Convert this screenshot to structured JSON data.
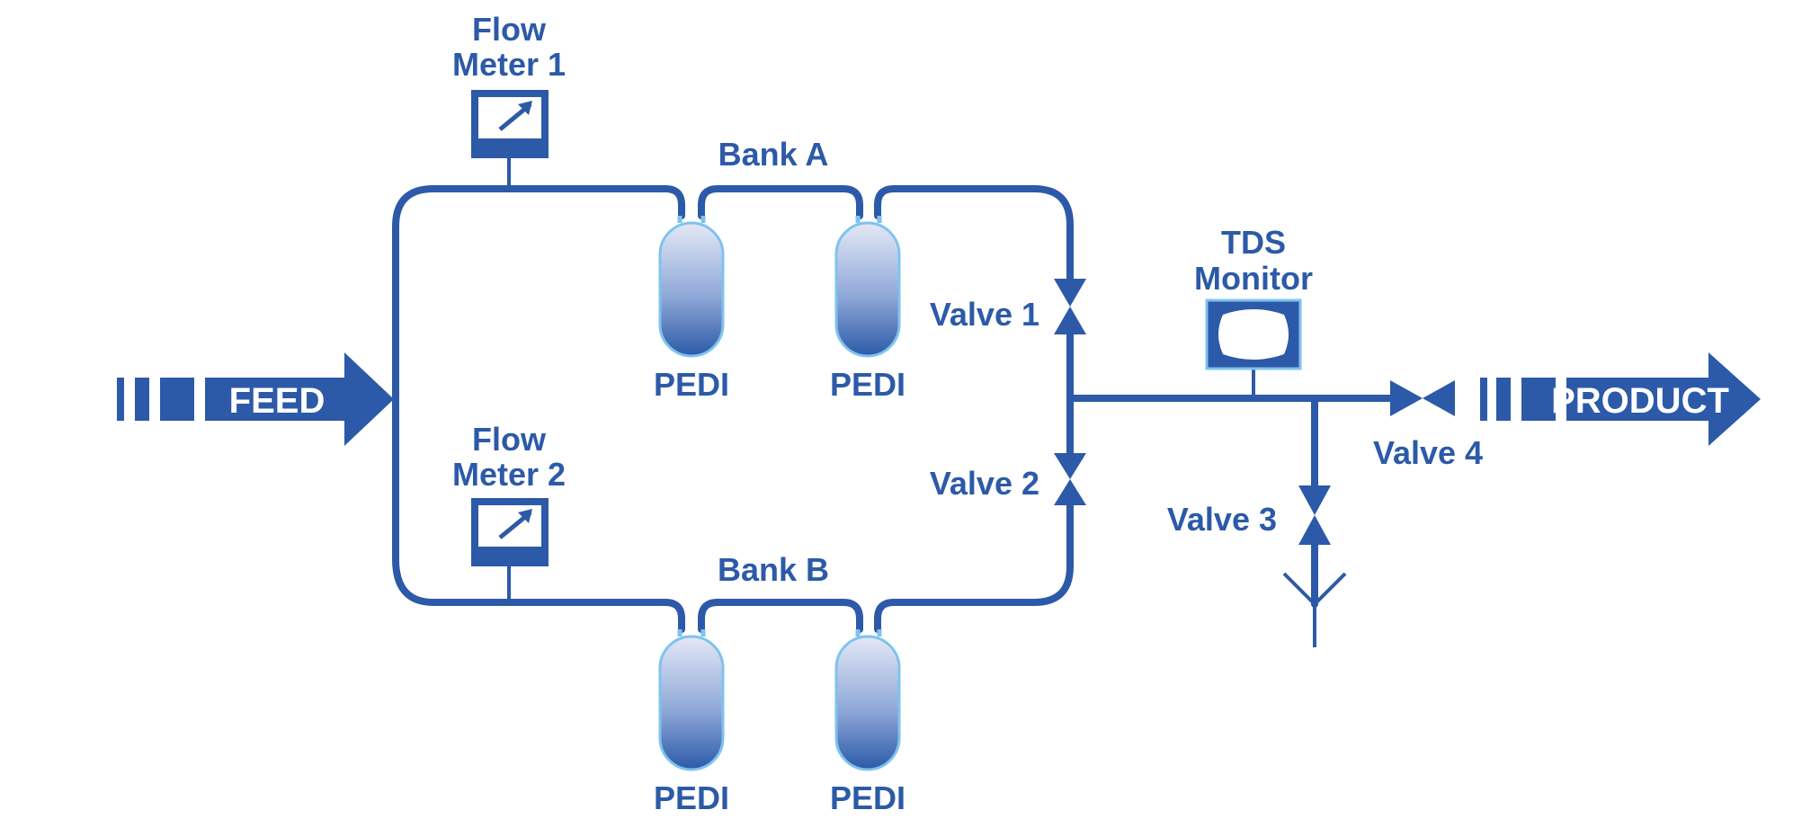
{
  "colors": {
    "primary": "#2c5aa8",
    "accent": "#7ec3ee",
    "background": "#ffffff"
  },
  "feed": {
    "label": "FEED"
  },
  "product": {
    "label": "PRODUCT"
  },
  "flow_meter_1": {
    "line1": "Flow",
    "line2": "Meter 1",
    "icon": "gauge-icon"
  },
  "flow_meter_2": {
    "line1": "Flow",
    "line2": "Meter 2",
    "icon": "gauge-icon"
  },
  "bank_a": {
    "label": "Bank A"
  },
  "bank_b": {
    "label": "Bank B"
  },
  "pedi_units": [
    {
      "label": "PEDI",
      "bank": "A"
    },
    {
      "label": "PEDI",
      "bank": "A"
    },
    {
      "label": "PEDI",
      "bank": "B"
    },
    {
      "label": "PEDI",
      "bank": "B"
    }
  ],
  "valves": [
    {
      "label": "Valve 1"
    },
    {
      "label": "Valve 2"
    },
    {
      "label": "Valve 3"
    },
    {
      "label": "Valve 4"
    }
  ],
  "tds_monitor": {
    "line1": "TDS",
    "line2": "Monitor",
    "icon": "monitor-icon"
  },
  "drain": {
    "icon": "drain-icon"
  }
}
